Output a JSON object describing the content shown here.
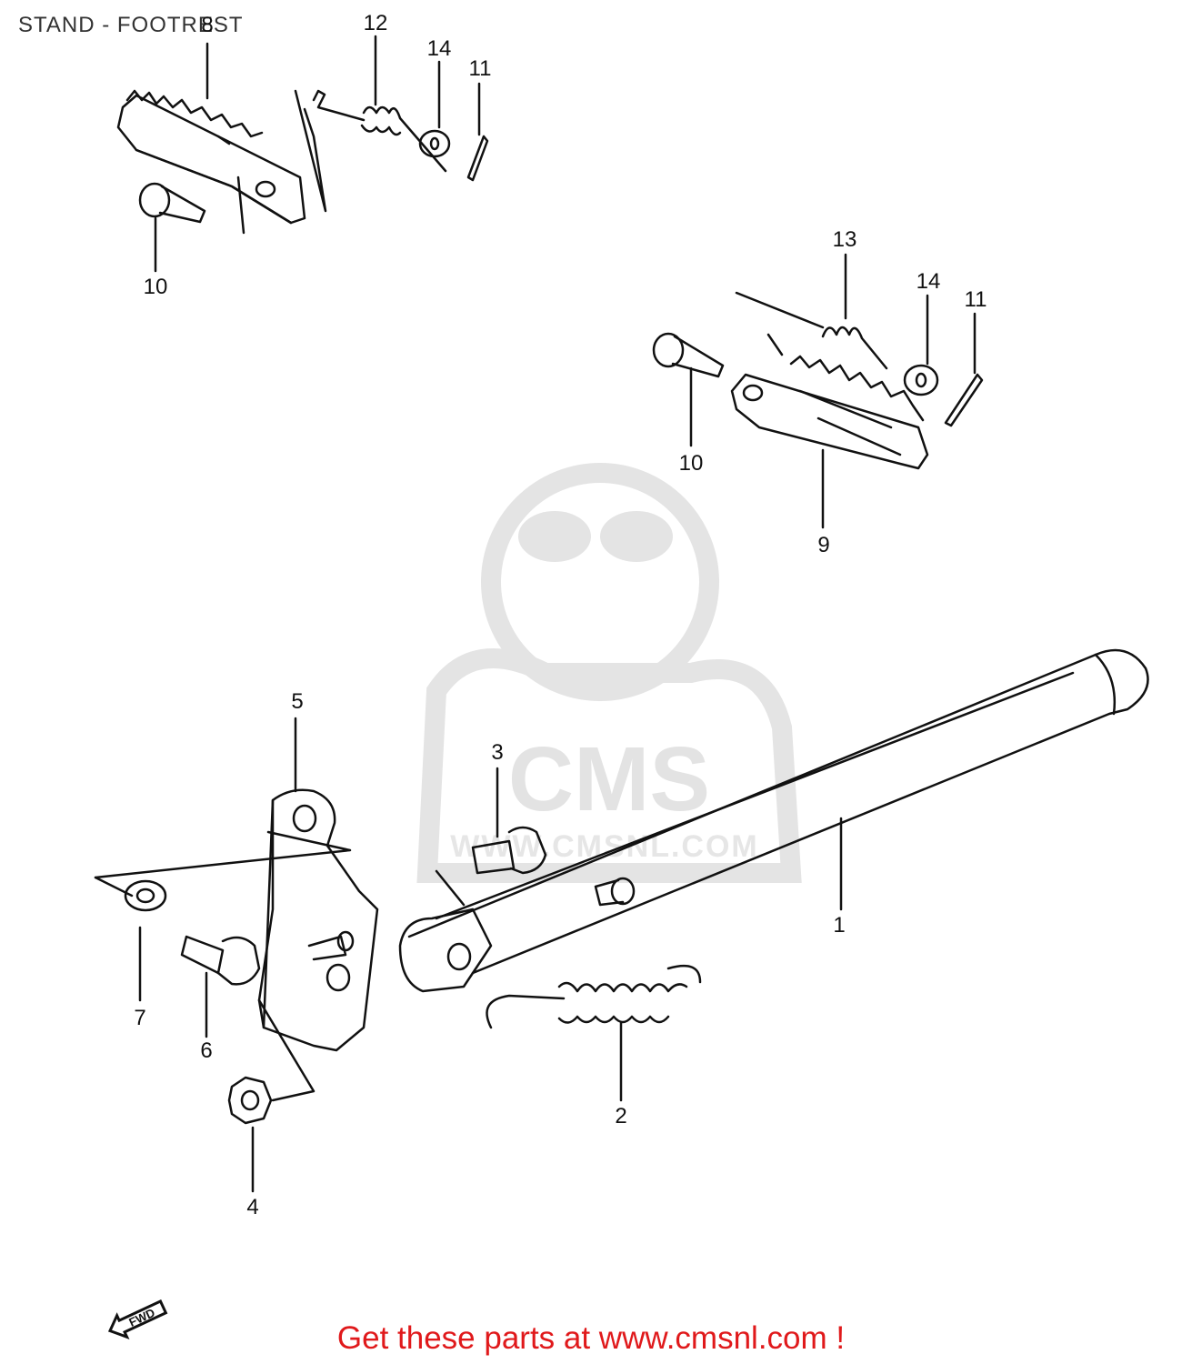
{
  "title": "STAND - FOOTREST",
  "call_to_action": "Get these parts at www.cmsnl.com !",
  "watermark": {
    "logo_text": "CMS",
    "url_text": "WWW.CMSNL.COM",
    "color": "#e4e4e4"
  },
  "fwd_badge": "FWD",
  "colors": {
    "line": "#111111",
    "cta": "#e0191b",
    "title": "#333333"
  },
  "part_labels": {
    "p1": "1",
    "p2": "2",
    "p3": "3",
    "p4": "4",
    "p5": "5",
    "p6": "6",
    "p7": "7",
    "p8": "8",
    "p9": "9",
    "p10a": "10",
    "p10b": "10",
    "p11a": "11",
    "p11b": "11",
    "p12": "12",
    "p13": "13",
    "p14a": "14",
    "p14b": "14"
  }
}
